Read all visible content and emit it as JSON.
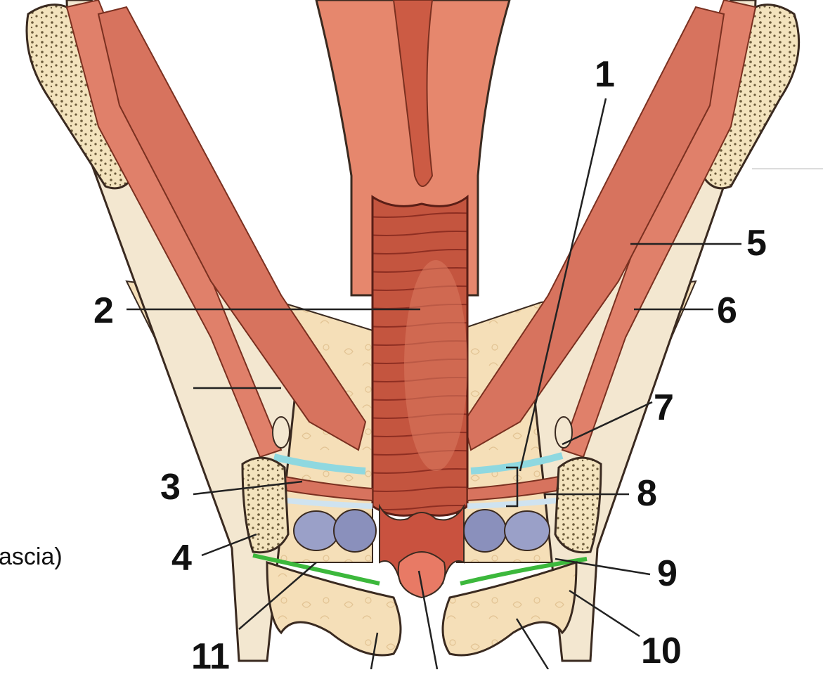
{
  "diagram": {
    "labels": [
      {
        "id": "1",
        "text": "1"
      },
      {
        "id": "2",
        "text": "2"
      },
      {
        "id": "3",
        "text": "3"
      },
      {
        "id": "4",
        "text": "4"
      },
      {
        "id": "5",
        "text": "5"
      },
      {
        "id": "6",
        "text": "6"
      },
      {
        "id": "7",
        "text": "7"
      },
      {
        "id": "8",
        "text": "8"
      },
      {
        "id": "9",
        "text": "9"
      },
      {
        "id": "10",
        "text": "10"
      },
      {
        "id": "11",
        "text": "11"
      }
    ],
    "cut_off_text": "ascia)",
    "colors": {
      "muscle": "#e0806a",
      "muscle_dark": "#c05a45",
      "fat": "#f5dfb8",
      "vaginal_lumen": "#b84a3c",
      "fascia_blue": "#8fd8e0",
      "membrane_green": "#3cb83c",
      "bone_spots": "#6b5a3a"
    }
  }
}
